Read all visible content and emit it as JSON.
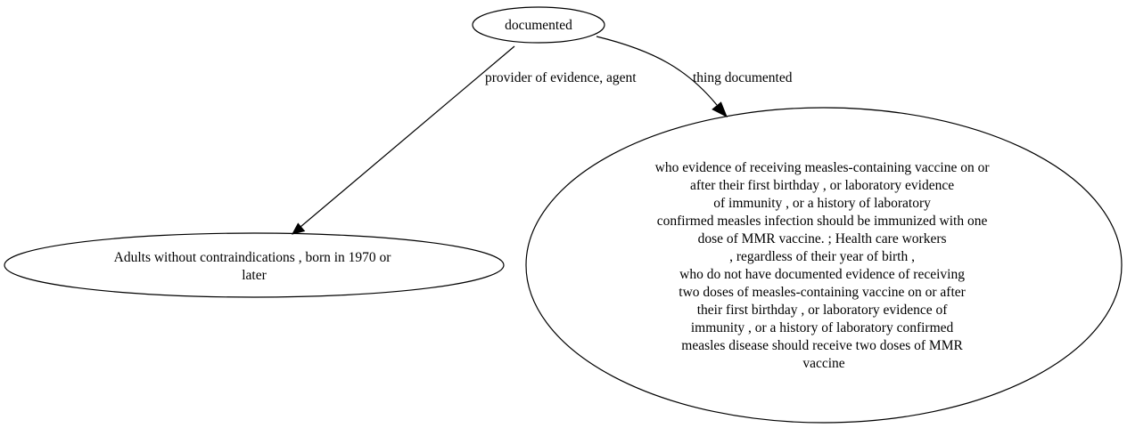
{
  "nodes": {
    "documented": {
      "lines": [
        "documented"
      ]
    },
    "adults": {
      "lines": [
        "Adults without contraindications , born in 1970 or",
        "later"
      ]
    },
    "health_workers": {
      "lines": [
        "who evidence of receiving measles-containing vaccine on or",
        "after their first birthday , or laboratory evidence",
        "of immunity , or a history of laboratory",
        "confirmed measles infection should be immunized with one",
        "dose of MMR vaccine. ; Health care workers",
        ", regardless of their year of birth ,",
        "who do not have documented evidence of receiving",
        "two doses of measles-containing vaccine on or after",
        "their first birthday , or laboratory evidence of",
        "immunity , or a history of laboratory confirmed",
        "measles disease should receive two doses of MMR",
        "vaccine"
      ]
    }
  },
  "edges": {
    "agent": {
      "label": "provider of evidence, agent"
    },
    "thing": {
      "label": "thing documented"
    }
  }
}
